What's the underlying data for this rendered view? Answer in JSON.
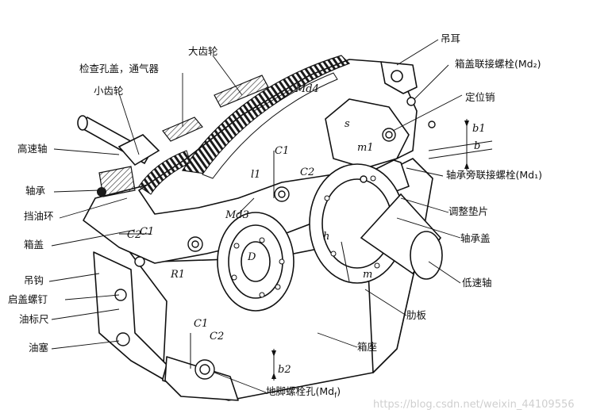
{
  "labels": {
    "diao_er": "吊耳",
    "da_chi_lun": "大齿轮",
    "jian_cha_kong_gai": "检查孔盖，通气器",
    "xiang_gai_lian_jie_luo_shuan": "箱盖联接螺栓(Md₂)",
    "ding_wei_xiao": "定位销",
    "xiao_chi_lun": "小齿轮",
    "gao_su_zhou": "高速轴",
    "zhou_cheng": "轴承",
    "dang_you_huan": "挡油环",
    "xiang_gai": "箱盖",
    "diao_gou": "吊钩",
    "qi_gai_luo_ding": "启盖螺钉",
    "you_biao_chi": "油标尺",
    "you_sai": "油塞",
    "zhou_cheng_pang_lian_jie_luo_shuan": "轴承旁联接螺栓(Md₁)",
    "tiao_zheng_dian_pian": "调整垫片",
    "zhou_cheng_gai": "轴承盖",
    "di_su_zhou": "低速轴",
    "lei_ban": "肋板",
    "xiang_zuo": "箱座",
    "di_jiao_luo_shuan_kong": "地脚螺栓孔(Md",
    "di_jiao_luo_shuan_kong_sub": "f",
    "di_jiao_luo_shuan_kong_close": ")"
  },
  "symbols": {
    "md4": "Md4",
    "md3": "Md3",
    "s": "s",
    "m1": "m1",
    "b1": "b1",
    "b": "b",
    "b2": "b2",
    "c1_top": "C1",
    "c2_top": "C2",
    "l1": "l1",
    "h": "h",
    "m": "m",
    "d": "D",
    "r1": "R1",
    "c2_left": "C2",
    "c1_left": "C1",
    "c1_bottom": "C1",
    "c2_bottom": "C2"
  },
  "watermark": "https://blog.csdn.net/weixin_44109556"
}
